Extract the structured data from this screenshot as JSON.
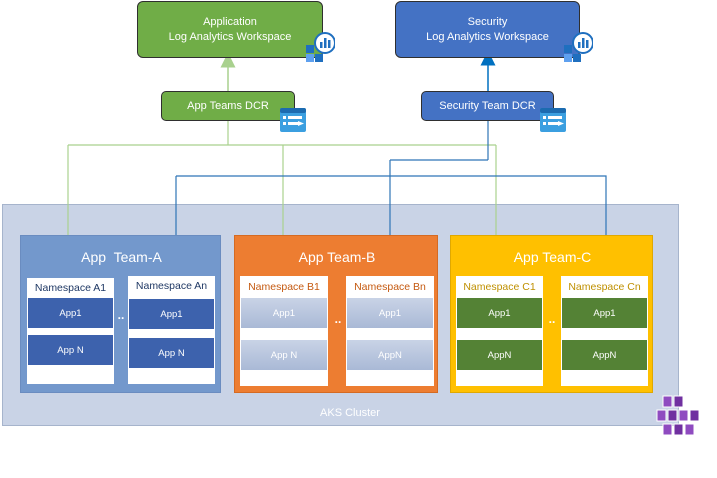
{
  "workspaces": {
    "application": {
      "line1": "Application",
      "line2": "Log Analytics Workspace"
    },
    "security": {
      "line1": "Security",
      "line2": "Log Analytics Workspace"
    }
  },
  "dcrs": {
    "app": "App Teams DCR",
    "security": "Security Team DCR"
  },
  "cluster": {
    "label": "AKS Cluster"
  },
  "teams": [
    {
      "title": "App  Team-A",
      "namespaces": [
        {
          "title": "Namespace A1",
          "apps": [
            "App1",
            "App N"
          ]
        },
        {
          "title": "Namespace An",
          "apps": [
            "App1",
            "App N"
          ]
        }
      ],
      "ellipsis": ".."
    },
    {
      "title": "App Team-B",
      "namespaces": [
        {
          "title": "Namespace B1",
          "apps": [
            "App1",
            "App N"
          ]
        },
        {
          "title": "Namespace Bn",
          "apps": [
            "App1",
            "AppN"
          ]
        }
      ],
      "ellipsis": ".."
    },
    {
      "title": "App Team-C",
      "namespaces": [
        {
          "title": "Namespace C1",
          "apps": [
            "App1",
            "AppN"
          ]
        },
        {
          "title": "Namespace Cn",
          "apps": [
            "App1",
            "AppN"
          ]
        }
      ],
      "ellipsis": ".."
    }
  ],
  "icons": {
    "workspace": "log-analytics-icon",
    "dcr": "data-collection-rule-icon",
    "aks": "aks-cluster-icon"
  },
  "colors": {
    "green": "#70ad47",
    "blue": "#4472c4",
    "orange": "#ed7d31",
    "gold": "#ffc000",
    "team_a": "#7398cc",
    "app_a": "#3d62ad",
    "app_b": "#b2c1dc",
    "app_c": "#548235",
    "cluster": "#c9d3e6",
    "line_green": "#a9d18e",
    "line_blue": "#2e75b6",
    "arrow_blue": "#0070c0",
    "aks_purple": "#7030a0"
  }
}
